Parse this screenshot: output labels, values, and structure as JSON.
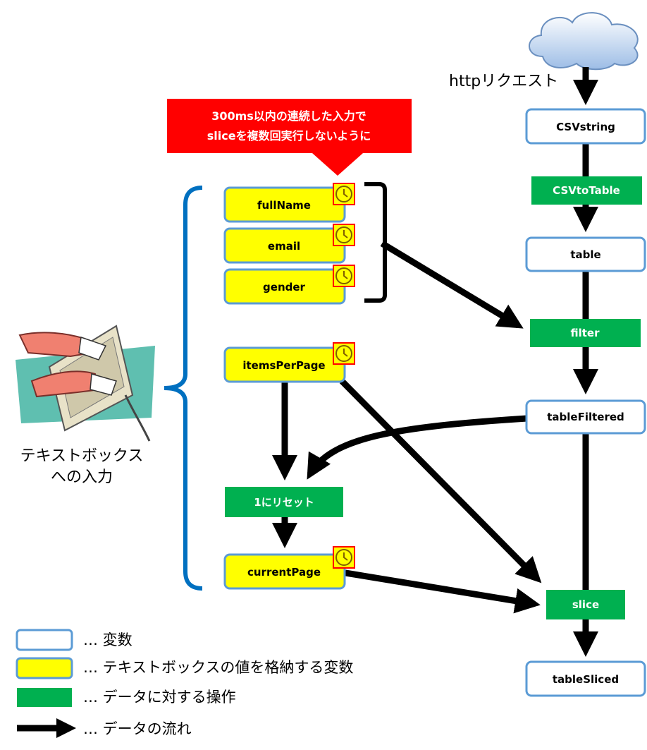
{
  "top_label": "httpリクエスト",
  "warning": {
    "line1": "300ms以内の連続した入力で",
    "line2": "sliceを複数回実行しないように"
  },
  "inputs_caption": {
    "line1": "テキストボックス",
    "line2": "への入力"
  },
  "variables": {
    "csv_string": "CSVstring",
    "table": "table",
    "table_filtered": "tableFiltered",
    "table_sliced": "tableSliced"
  },
  "operations": {
    "csv_to_table": "CSVtoTable",
    "filter": "filter",
    "reset": "1にリセット",
    "slice": "slice"
  },
  "textbox_variables": {
    "full_name": "fullName",
    "email": "email",
    "gender": "gender",
    "items_per_page": "itemsPerPage",
    "current_page": "currentPage"
  },
  "legend": {
    "variable": "… 変数",
    "textbox_variable": "… テキストボックスの値を格納する変数",
    "operation": "… データに対する操作",
    "flow": "… データの流れ"
  },
  "colors": {
    "variable_border": "#5b9bd5",
    "textbox_fill": "#ffff00",
    "operation_fill": "#00b050",
    "warning_fill": "#ff0000",
    "bracket_blue": "#0070c0"
  },
  "icons": {
    "cloud": "cloud-icon",
    "keyboard": "keyboard-typing-icon",
    "timer": "clock-icon"
  }
}
